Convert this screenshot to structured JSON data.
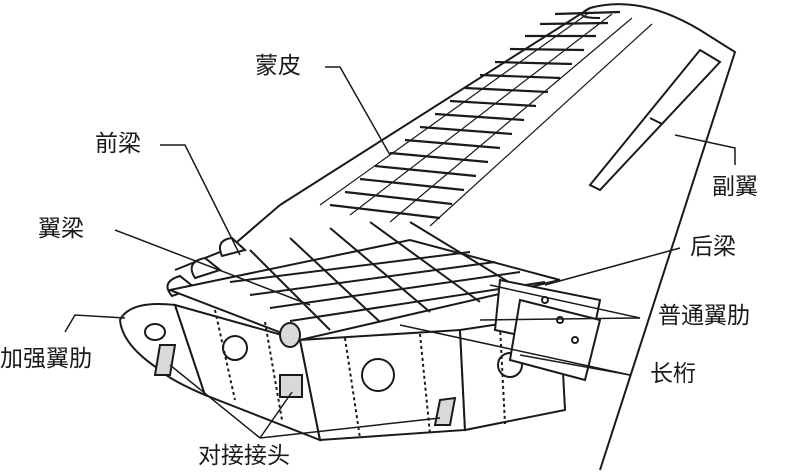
{
  "labels": {
    "skin": "蒙皮",
    "front_spar": "前梁",
    "aileron": "副翼",
    "wing_spar": "翼梁",
    "rear_spar": "后梁",
    "ordinary_rib": "普通翼肋",
    "reinforced_rib": "加强翼肋",
    "stringer": "长桁",
    "butt_joint": "对接接头"
  },
  "colors": {
    "ink": "#1a1a1a",
    "paper": "#ffffff",
    "shade": "#d9d9d9"
  }
}
